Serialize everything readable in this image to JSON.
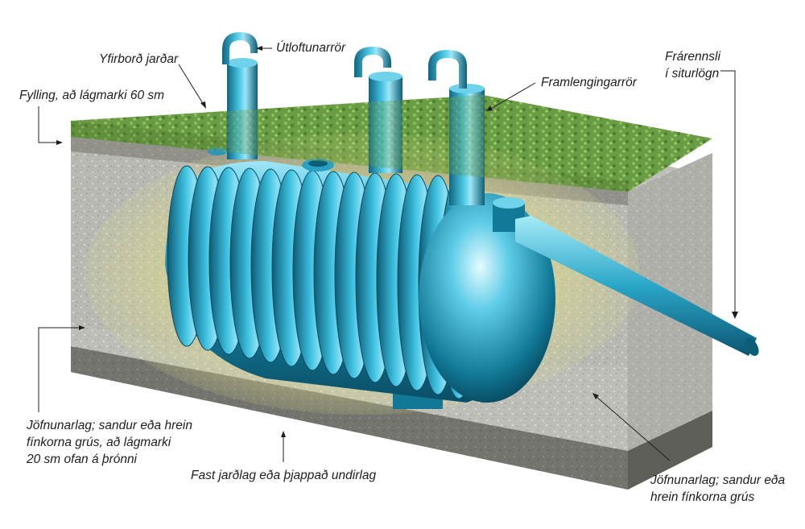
{
  "labels": {
    "vent_pipe": "Útloftunarrör",
    "ground_surface": "Yfirborð jarðar",
    "backfill": "Fylling, að lágmarki 60 sm",
    "extension_pipe": "Framlengingarrör",
    "outlet": [
      "Frárennsli",
      "í siturlögn"
    ],
    "leveling_left": [
      "Jöfnunarlag; sandur eða hrein",
      "fínkorna grús, að lágmarki",
      "20 sm ofan á þrónni"
    ],
    "base": "Fast jarðlag eða þjappað undirlag",
    "leveling_right": [
      "Jöfnunarlag; sandur eða",
      "hrein fínkorna grús"
    ]
  },
  "colors": {
    "tank": "#1a8fb0",
    "tank_highlight": "#9fe6f7",
    "grass": "#5e9a3c",
    "gravel": "#b9b9b3",
    "sand": "#d8d98a",
    "base_layer": "#6f6f69"
  }
}
